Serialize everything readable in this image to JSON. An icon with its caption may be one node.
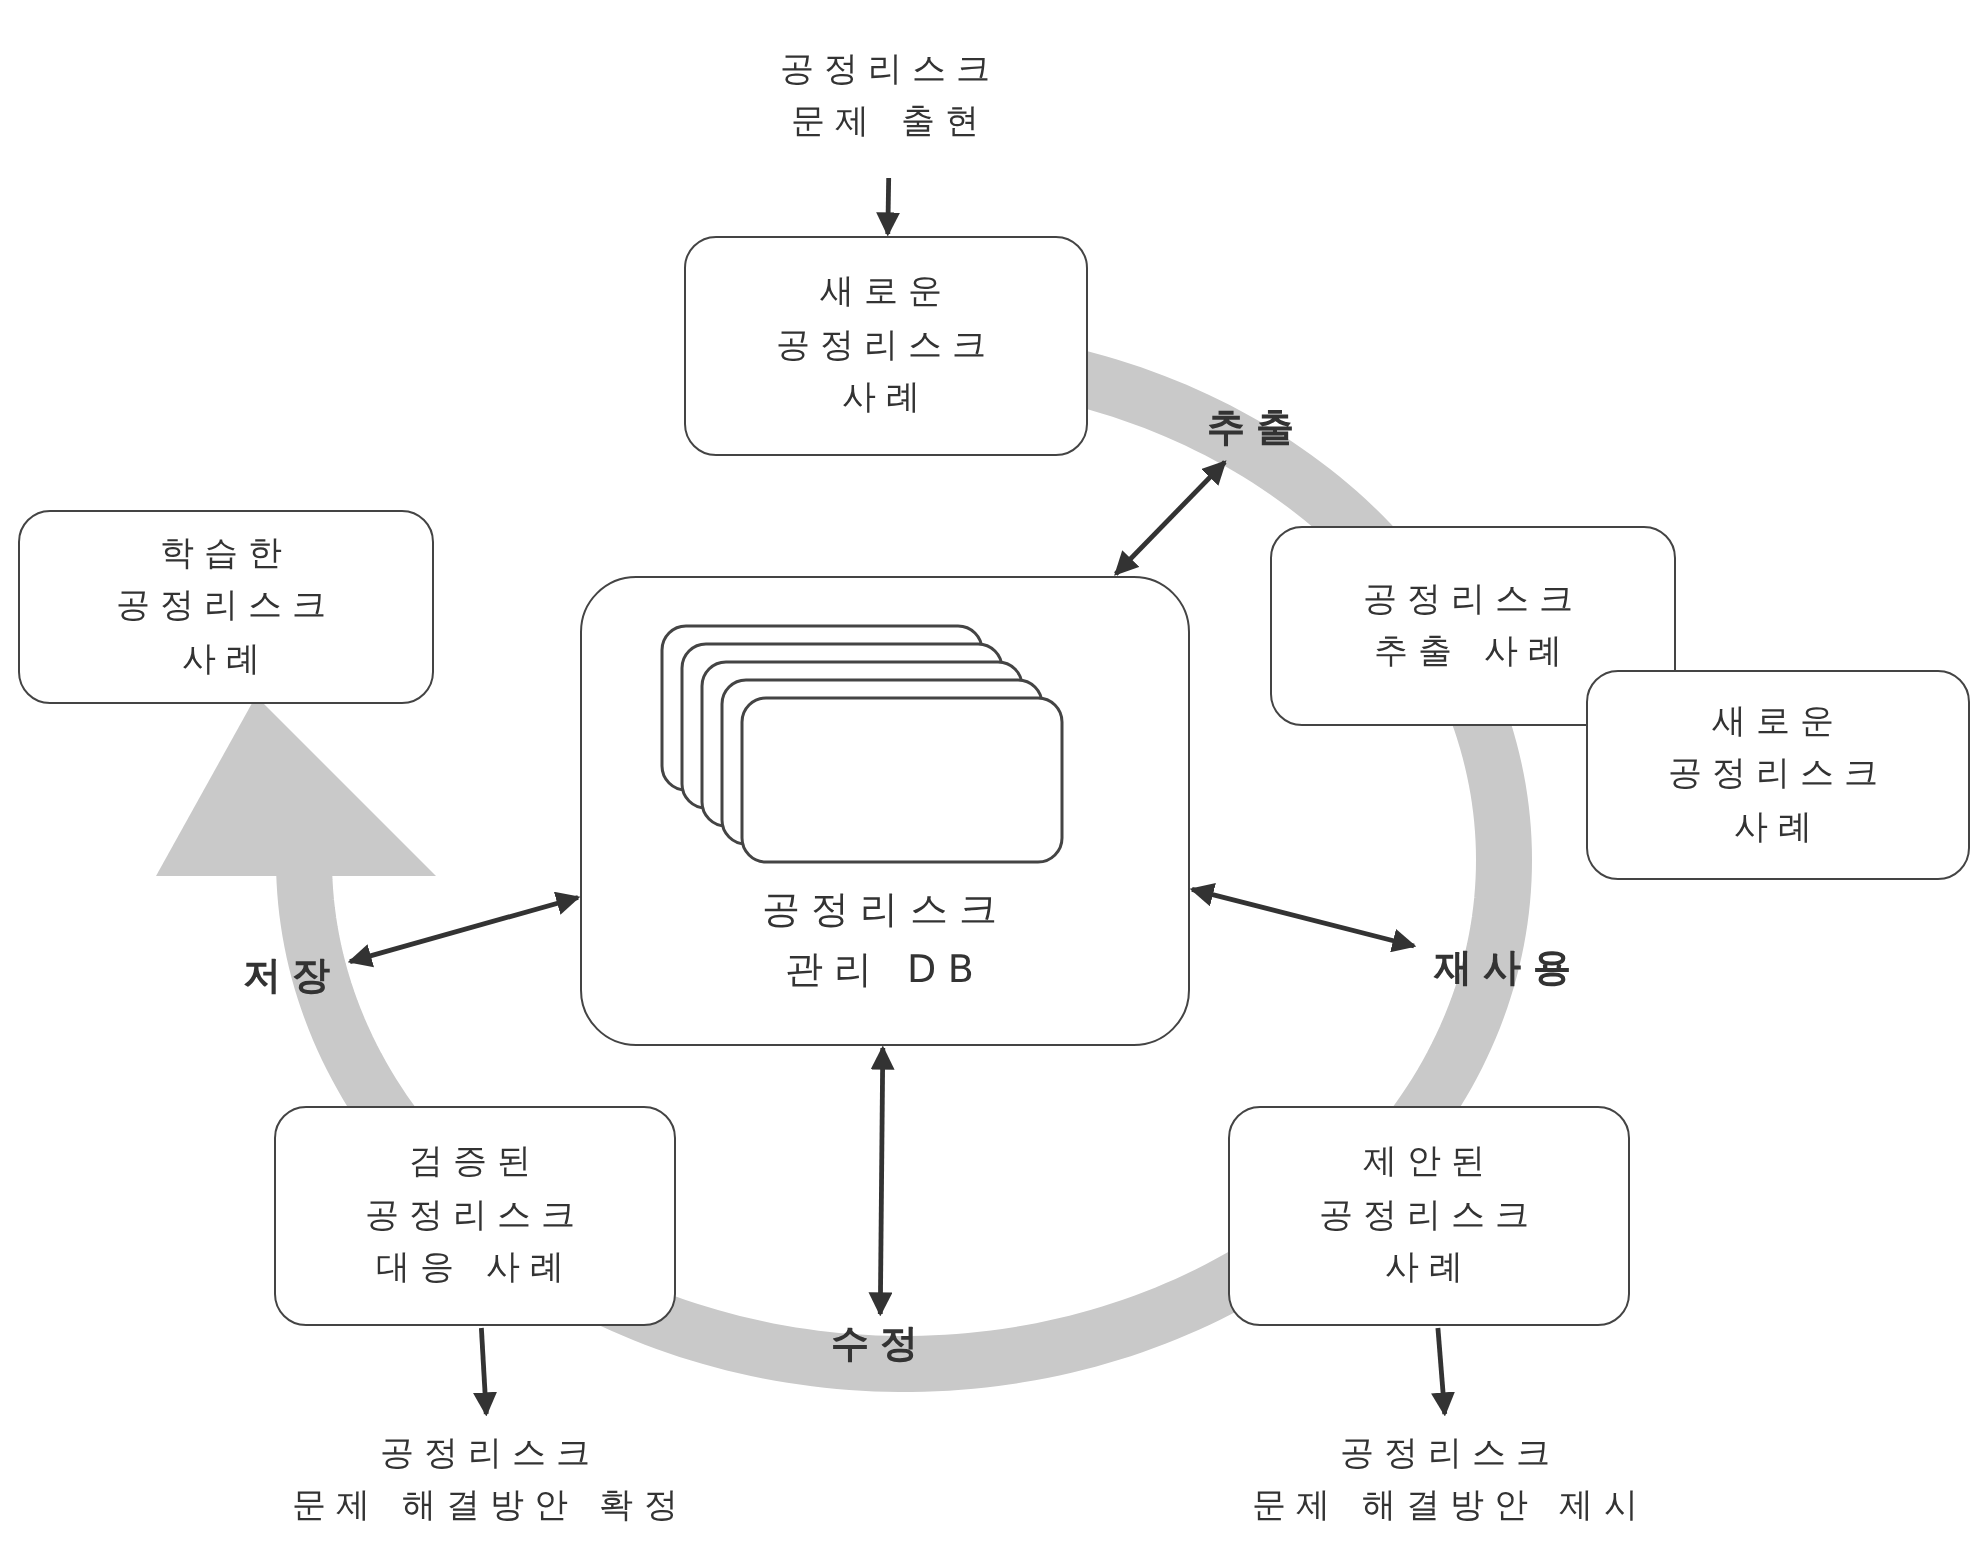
{
  "diagram": {
    "nodes": [
      {
        "text": [
          "공정리스크 문제 출현"
        ]
      },
      {
        "text": [
          "새로운 공정리스크 사례"
        ]
      },
      {
        "text": [
          "학습한 공정리스크 사례"
        ]
      },
      {
        "text": [
          "공정리스크 관리 DB"
        ]
      },
      {
        "text": [
          "공정리스크 추출 사례"
        ]
      },
      {
        "text": [
          "새로운 공정리스크 사례"
        ]
      },
      {
        "text": [
          "검증된 공정리스크 대응 사례"
        ]
      },
      {
        "text": [
          "제안된 공정리스크 사례"
        ]
      },
      {
        "text": [
          "공정리스크 문제 해결방안 확정"
        ]
      },
      {
        "text": [
          "공정리스크 문제 해결방안 제시"
        ]
      },
      {
        "text": [
          "추출"
        ]
      },
      {
        "text": [
          "재사용"
        ]
      },
      {
        "text": [
          "수정"
        ]
      },
      {
        "text": [
          "저장"
        ]
      }
    ],
    "edges": [
      {
        "from": 0,
        "to": 1,
        "arrow": "to"
      },
      {
        "from": 10,
        "to": 3,
        "arrow": "both"
      },
      {
        "from": 11,
        "to": 3,
        "arrow": "both"
      },
      {
        "from": 12,
        "to": 3,
        "arrow": "both"
      },
      {
        "from": 13,
        "to": 3,
        "arrow": "both"
      },
      {
        "from": 6,
        "to": 8,
        "arrow": "to"
      },
      {
        "from": 7,
        "to": 9,
        "arrow": "to"
      }
    ]
  }
}
